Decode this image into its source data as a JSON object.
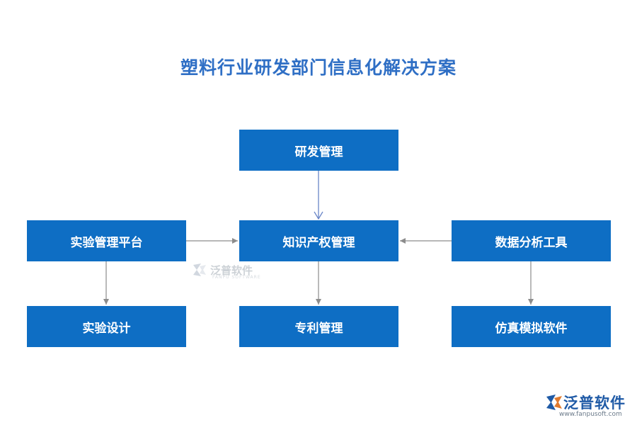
{
  "title": "塑料行业研发部门信息化解决方案",
  "nodes": {
    "rd_management": "研发管理",
    "experiment_platform": "实验管理平台",
    "ip_management": "知识产权管理",
    "data_analysis_tools": "数据分析工具",
    "experiment_design": "实验设计",
    "patent_management": "专利管理",
    "simulation_software": "仿真模拟软件"
  },
  "watermark": {
    "name": "泛普软件",
    "subtitle": "FANPU SOFTWARE"
  },
  "logo": {
    "name": "泛普软件",
    "url": "www.fanpusoft.com"
  },
  "colors": {
    "box_fill": "#0e6ec4",
    "title": "#2f6fc5",
    "arrow_gray": "#8c8c8c",
    "arrow_blue": "#6a86c7"
  }
}
